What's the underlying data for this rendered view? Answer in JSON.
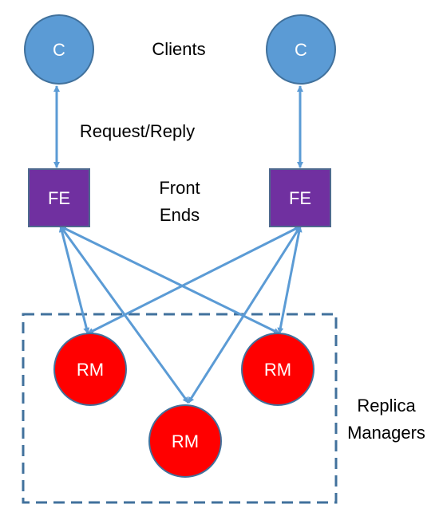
{
  "labels": {
    "clients": "Clients",
    "request_reply": "Request/Reply",
    "front_ends_line1": "Front",
    "front_ends_line2": "Ends",
    "replica_managers_line1": "Replica",
    "replica_managers_line2": "Managers"
  },
  "nodes": {
    "client_left": "C",
    "client_right": "C",
    "fe_left": "FE",
    "fe_right": "FE",
    "rm_left": "RM",
    "rm_right": "RM",
    "rm_bottom": "RM"
  },
  "colors": {
    "client_fill": "#5b9bd5",
    "client_stroke": "#41719c",
    "fe_fill": "#7030a0",
    "fe_stroke": "#4f6a8f",
    "rm_fill": "#ff0000",
    "rm_stroke": "#41719c",
    "arrow": "#5b9bd5",
    "boundary": "#41719c"
  }
}
